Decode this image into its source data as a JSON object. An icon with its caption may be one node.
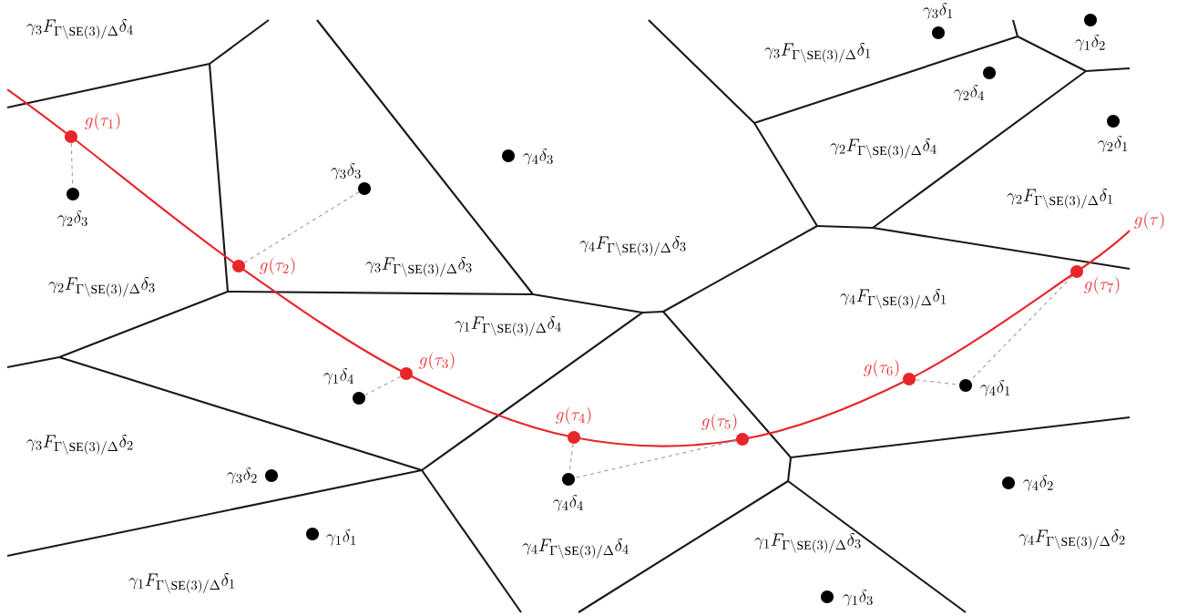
{
  "diagram": {
    "nodes": [
      {
        "text": [],
        "shape": "circle",
        "beside": [
          "g(\\tau_1)"
        ]
      },
      {
        "text": [],
        "shape": "circle",
        "beside": [
          "g(\\tau_2)"
        ]
      },
      {
        "text": [],
        "shape": "circle",
        "beside": [
          "g(\\tau_3)"
        ]
      },
      {
        "text": [],
        "shape": "circle",
        "beside": [
          "g(\\tau_4)"
        ]
      },
      {
        "text": [],
        "shape": "circle",
        "beside": [
          "g(\\tau_5)"
        ]
      },
      {
        "text": [],
        "shape": "circle",
        "beside": [
          "g(\\tau_6)"
        ]
      },
      {
        "text": [],
        "shape": "circle",
        "beside": [
          "g(\\tau_7)"
        ]
      },
      {
        "text": [],
        "shape": "circle",
        "beside": [
          "\\gamma_3\\delta_1"
        ]
      },
      {
        "text": [],
        "shape": "circle",
        "beside": [
          "\\gamma_1\\delta_2"
        ]
      },
      {
        "text": [],
        "shape": "circle",
        "beside": [
          "\\gamma_2\\delta_4"
        ]
      },
      {
        "text": [],
        "shape": "circle",
        "beside": [
          "\\gamma_2\\delta_1"
        ]
      },
      {
        "text": [],
        "shape": "circle",
        "beside": [
          "\\gamma_4\\delta_3"
        ]
      },
      {
        "text": [],
        "shape": "circle",
        "beside": [
          "\\gamma_3\\delta_3"
        ]
      },
      {
        "text": [],
        "shape": "circle",
        "beside": [
          "\\gamma_2\\delta_3"
        ]
      },
      {
        "text": [],
        "shape": "circle",
        "beside": [
          "\\gamma_1\\delta_4"
        ]
      },
      {
        "text": [],
        "shape": "circle",
        "beside": [
          "\\gamma_4\\delta_1"
        ]
      },
      {
        "text": [],
        "shape": "circle",
        "beside": [
          "\\gamma_4\\delta_4"
        ]
      },
      {
        "text": [],
        "shape": "circle",
        "beside": [
          "\\gamma_3\\delta_2"
        ]
      },
      {
        "text": [],
        "shape": "circle",
        "beside": [
          "\\gamma_4\\delta_2"
        ]
      },
      {
        "text": [],
        "shape": "circle",
        "beside": [
          "\\gamma_1\\delta_1"
        ]
      },
      {
        "text": [],
        "shape": "circle",
        "beside": [
          "\\gamma_1\\delta_3"
        ]
      }
    ],
    "edges": [
      {
        "from": 0,
        "to": 13,
        "arrow": "none",
        "style": "dashed"
      },
      {
        "from": 1,
        "to": 12,
        "arrow": "none",
        "style": "dashed"
      },
      {
        "from": 2,
        "to": 14,
        "arrow": "none",
        "style": "dashed"
      },
      {
        "from": 3,
        "to": 16,
        "arrow": "none",
        "style": "dashed"
      },
      {
        "from": 4,
        "to": 16,
        "arrow": "none",
        "style": "dashed"
      },
      {
        "from": 5,
        "to": 15,
        "arrow": "none",
        "style": "dashed"
      },
      {
        "from": 6,
        "to": 15,
        "arrow": "none",
        "style": "dashed"
      }
    ],
    "labels": [
      "\\gamma_3 F_{\\Gamma\\backslash\\mathrm{SE}(3)/\\Delta}\\delta_4",
      "\\gamma_3 F_{\\Gamma\\backslash\\mathrm{SE}(3)/\\Delta}\\delta_1",
      "\\gamma_2 F_{\\Gamma\\backslash\\mathrm{SE}(3)/\\Delta}\\delta_4",
      "\\gamma_2 F_{\\Gamma\\backslash\\mathrm{SE}(3)/\\Delta}\\delta_1",
      "g(\\tau)",
      "\\gamma_4 F_{\\Gamma\\backslash\\mathrm{SE}(3)/\\Delta}\\delta_3",
      "\\gamma_3 F_{\\Gamma\\backslash\\mathrm{SE}(3)/\\Delta}\\delta_3",
      "\\gamma_2 F_{\\Gamma\\backslash\\mathrm{SE}(3)/\\Delta}\\delta_3",
      "\\gamma_4 F_{\\Gamma\\backslash\\mathrm{SE}(3)/\\Delta}\\delta_1",
      "\\gamma_1 F_{\\Gamma\\backslash\\mathrm{SE}(3)/\\Delta}\\delta_4",
      "\\gamma_3 F_{\\Gamma\\backslash\\mathrm{SE}(3)/\\Delta}\\delta_2",
      "\\gamma_4 F_{\\Gamma\\backslash\\mathrm{SE}(3)/\\Delta}\\delta_4",
      "\\gamma_1 F_{\\Gamma\\backslash\\mathrm{SE}(3)/\\Delta}\\delta_3",
      "\\gamma_4 F_{\\Gamma\\backslash\\mathrm{SE}(3)/\\Delta}\\delta_2",
      "\\gamma_1 F_{\\Gamma\\backslash\\mathrm{SE}(3)/\\Delta}\\delta_1"
    ]
  }
}
